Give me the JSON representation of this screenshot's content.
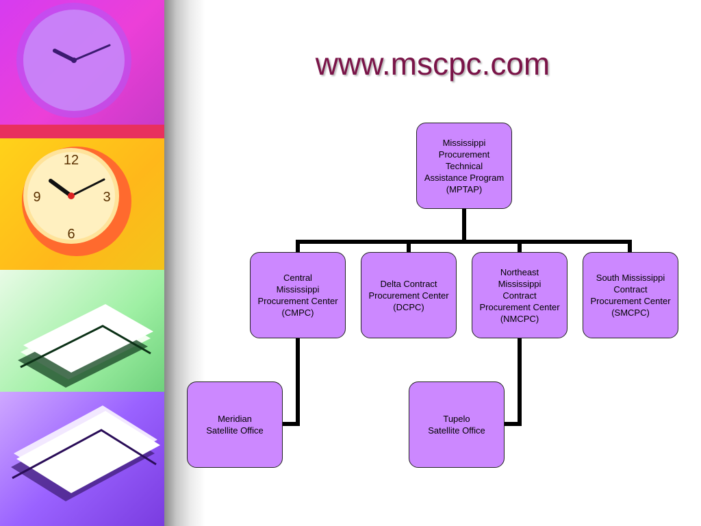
{
  "title": "www.mscpc.com",
  "decor": {
    "images": [
      "clock-icon",
      "clock-icon",
      "paper-stack-icon",
      "paper-stack-icon"
    ]
  },
  "org_chart": {
    "root": "Mississippi\nProcurement\nTechnical\nAssistance Program\n(MPTAP)",
    "centers": [
      "Central\nMississippi\nProcurement Center\n(CMPC)",
      "Delta Contract\nProcurement Center\n(DCPC)",
      "Northeast\nMississippi\nContract\nProcurement Center\n(NMCPC)",
      "South Mississippi\nContract\nProcurement Center\n(SMCPC)"
    ],
    "satellites": [
      "Meridian\nSatellite Office",
      "Tupelo\nSatellite Office"
    ]
  },
  "colors": {
    "box_fill": "#cc88ff",
    "title": "#7a1448",
    "connector": "#000000"
  }
}
